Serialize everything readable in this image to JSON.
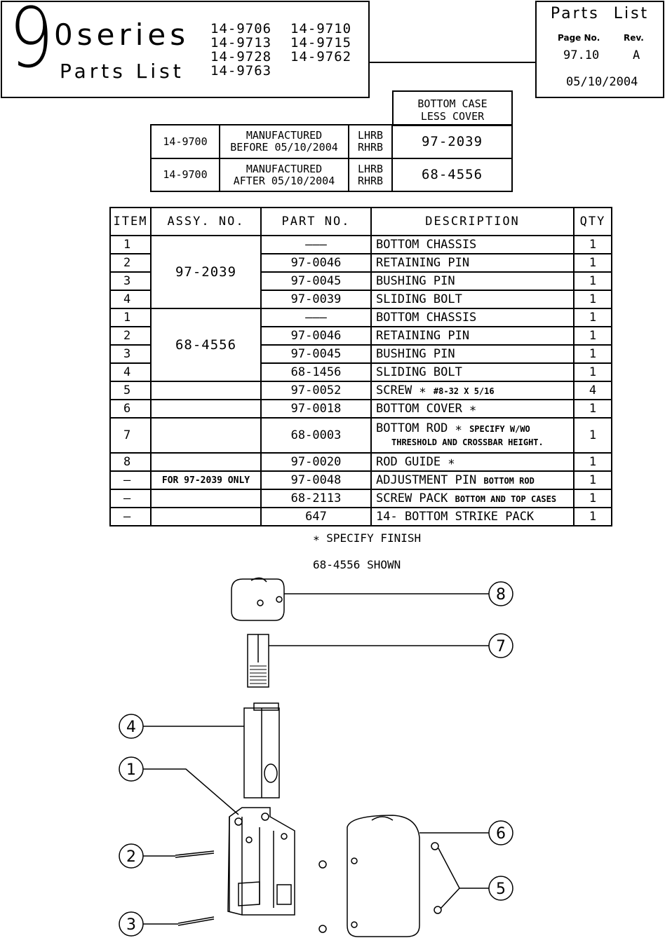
{
  "header": {
    "series_big": "9",
    "series_rest": "0series",
    "subtitle": "Parts List",
    "models": [
      "14-9706",
      "14-9710",
      "14-9713",
      "14-9715",
      "14-9728",
      "14-9762",
      "14-9763"
    ]
  },
  "info_box": {
    "title": "Parts List",
    "page_label": "Page No.",
    "rev_label": "Rev.",
    "page_value": "97.10",
    "rev_value": "A",
    "date": "05/10/2004"
  },
  "mfg_table": {
    "header": [
      "BOTTOM CASE",
      "LESS COVER"
    ],
    "rows": [
      {
        "model": "14-9700",
        "desc1": "MANUFACTURED",
        "desc2": "BEFORE 05/10/2004",
        "hand1": "LHRB",
        "hand2": "RHRB",
        "part": "97-2039"
      },
      {
        "model": "14-9700",
        "desc1": "MANUFACTURED",
        "desc2": "AFTER 05/10/2004",
        "hand1": "LHRB",
        "hand2": "RHRB",
        "part": "68-4556"
      }
    ]
  },
  "parts_table": {
    "headers": {
      "item": "ITEM",
      "assy": "ASSY. NO.",
      "part": "PART NO.",
      "desc": "DESCRIPTION",
      "qty": "QTY"
    },
    "group_a": "97-2039",
    "group_b": "68-4556",
    "rows": [
      {
        "item": "1",
        "assy": "",
        "part": "———",
        "desc": "BOTTOM CHASSIS",
        "desc_small": "",
        "qty": "1"
      },
      {
        "item": "2",
        "assy": "",
        "part": "97-0046",
        "desc": "RETAINING PIN",
        "desc_small": "",
        "qty": "1"
      },
      {
        "item": "3",
        "assy": "",
        "part": "97-0045",
        "desc": "BUSHING PIN",
        "desc_small": "",
        "qty": "1"
      },
      {
        "item": "4",
        "assy": "",
        "part": "97-0039",
        "desc": "SLIDING BOLT",
        "desc_small": "",
        "qty": "1"
      },
      {
        "item": "1",
        "assy": "",
        "part": "———",
        "desc": "BOTTOM CHASSIS",
        "desc_small": "",
        "qty": "1"
      },
      {
        "item": "2",
        "assy": "",
        "part": "97-0046",
        "desc": "RETAINING PIN",
        "desc_small": "",
        "qty": "1"
      },
      {
        "item": "3",
        "assy": "",
        "part": "97-0045",
        "desc": "BUSHING PIN",
        "desc_small": "",
        "qty": "1"
      },
      {
        "item": "4",
        "assy": "",
        "part": "68-1456",
        "desc": "SLIDING BOLT",
        "desc_small": "",
        "qty": "1"
      },
      {
        "item": "5",
        "assy": "",
        "part": "97-0052",
        "desc": "SCREW ∗",
        "desc_small": "#8-32 X 5/16",
        "qty": "4"
      },
      {
        "item": "6",
        "assy": "",
        "part": "97-0018",
        "desc": "BOTTOM COVER ∗",
        "desc_small": "",
        "qty": "1"
      },
      {
        "item": "7",
        "assy": "",
        "part": "68-0003",
        "desc": "BOTTOM ROD ∗",
        "desc_small": "SPECIFY W/WO",
        "desc_line2": "THRESHOLD AND CROSSBAR HEIGHT.",
        "qty": "1"
      },
      {
        "item": "8",
        "assy": "",
        "part": "97-0020",
        "desc": "ROD GUIDE ∗",
        "desc_small": "",
        "qty": "1"
      },
      {
        "item": "—",
        "assy": "FOR 97-2039 ONLY",
        "part": "97-0048",
        "desc": "ADJUSTMENT PIN",
        "desc_small": "BOTTOM ROD",
        "qty": "1"
      },
      {
        "item": "—",
        "assy": "",
        "part": "68-2113",
        "desc": "SCREW PACK",
        "desc_small": "BOTTOM AND TOP CASES",
        "qty": "1"
      },
      {
        "item": "—",
        "assy": "",
        "part": "647",
        "desc": "14- BOTTOM STRIKE PACK",
        "desc_small": "",
        "qty": "1"
      }
    ]
  },
  "notes": {
    "finish": "∗ SPECIFY FINISH",
    "shown": "68-4556 SHOWN"
  },
  "callouts": [
    "8",
    "7",
    "4",
    "1",
    "6",
    "2",
    "5",
    "3"
  ]
}
